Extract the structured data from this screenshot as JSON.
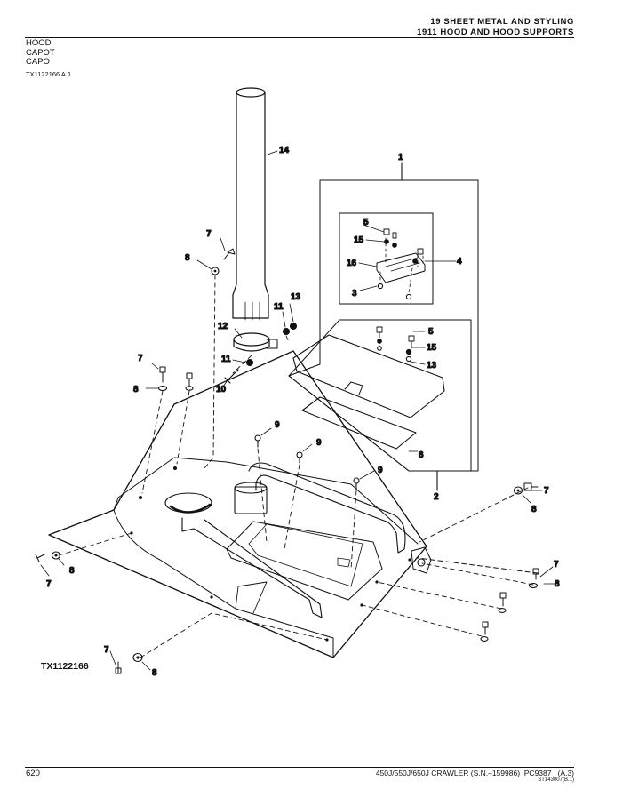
{
  "header": {
    "section": "19 SHEET METAL AND STYLING",
    "group": "1911 HOOD AND HOOD SUPPORTS"
  },
  "titles": [
    "HOOD",
    "CAPOT",
    "CAPO"
  ],
  "figure_ref": "TX1122166 A.1",
  "figure_id": "TX1122166",
  "callouts": {
    "c1": "1",
    "c2": "2",
    "c3": "3",
    "c4": "4",
    "c5": "5",
    "c6": "6",
    "c7": "7",
    "c8": "8",
    "c9": "9",
    "c10": "10",
    "c11": "11",
    "c12": "12",
    "c13": "13",
    "c14": "14",
    "c15": "15",
    "c16": "16"
  },
  "footer": {
    "page_number": "620",
    "model": "450J/550J/650J CRAWLER (S.N.–159986)",
    "catalog": "PC9387",
    "revision": "(A.3)",
    "code": "ST143007(B.1)"
  }
}
